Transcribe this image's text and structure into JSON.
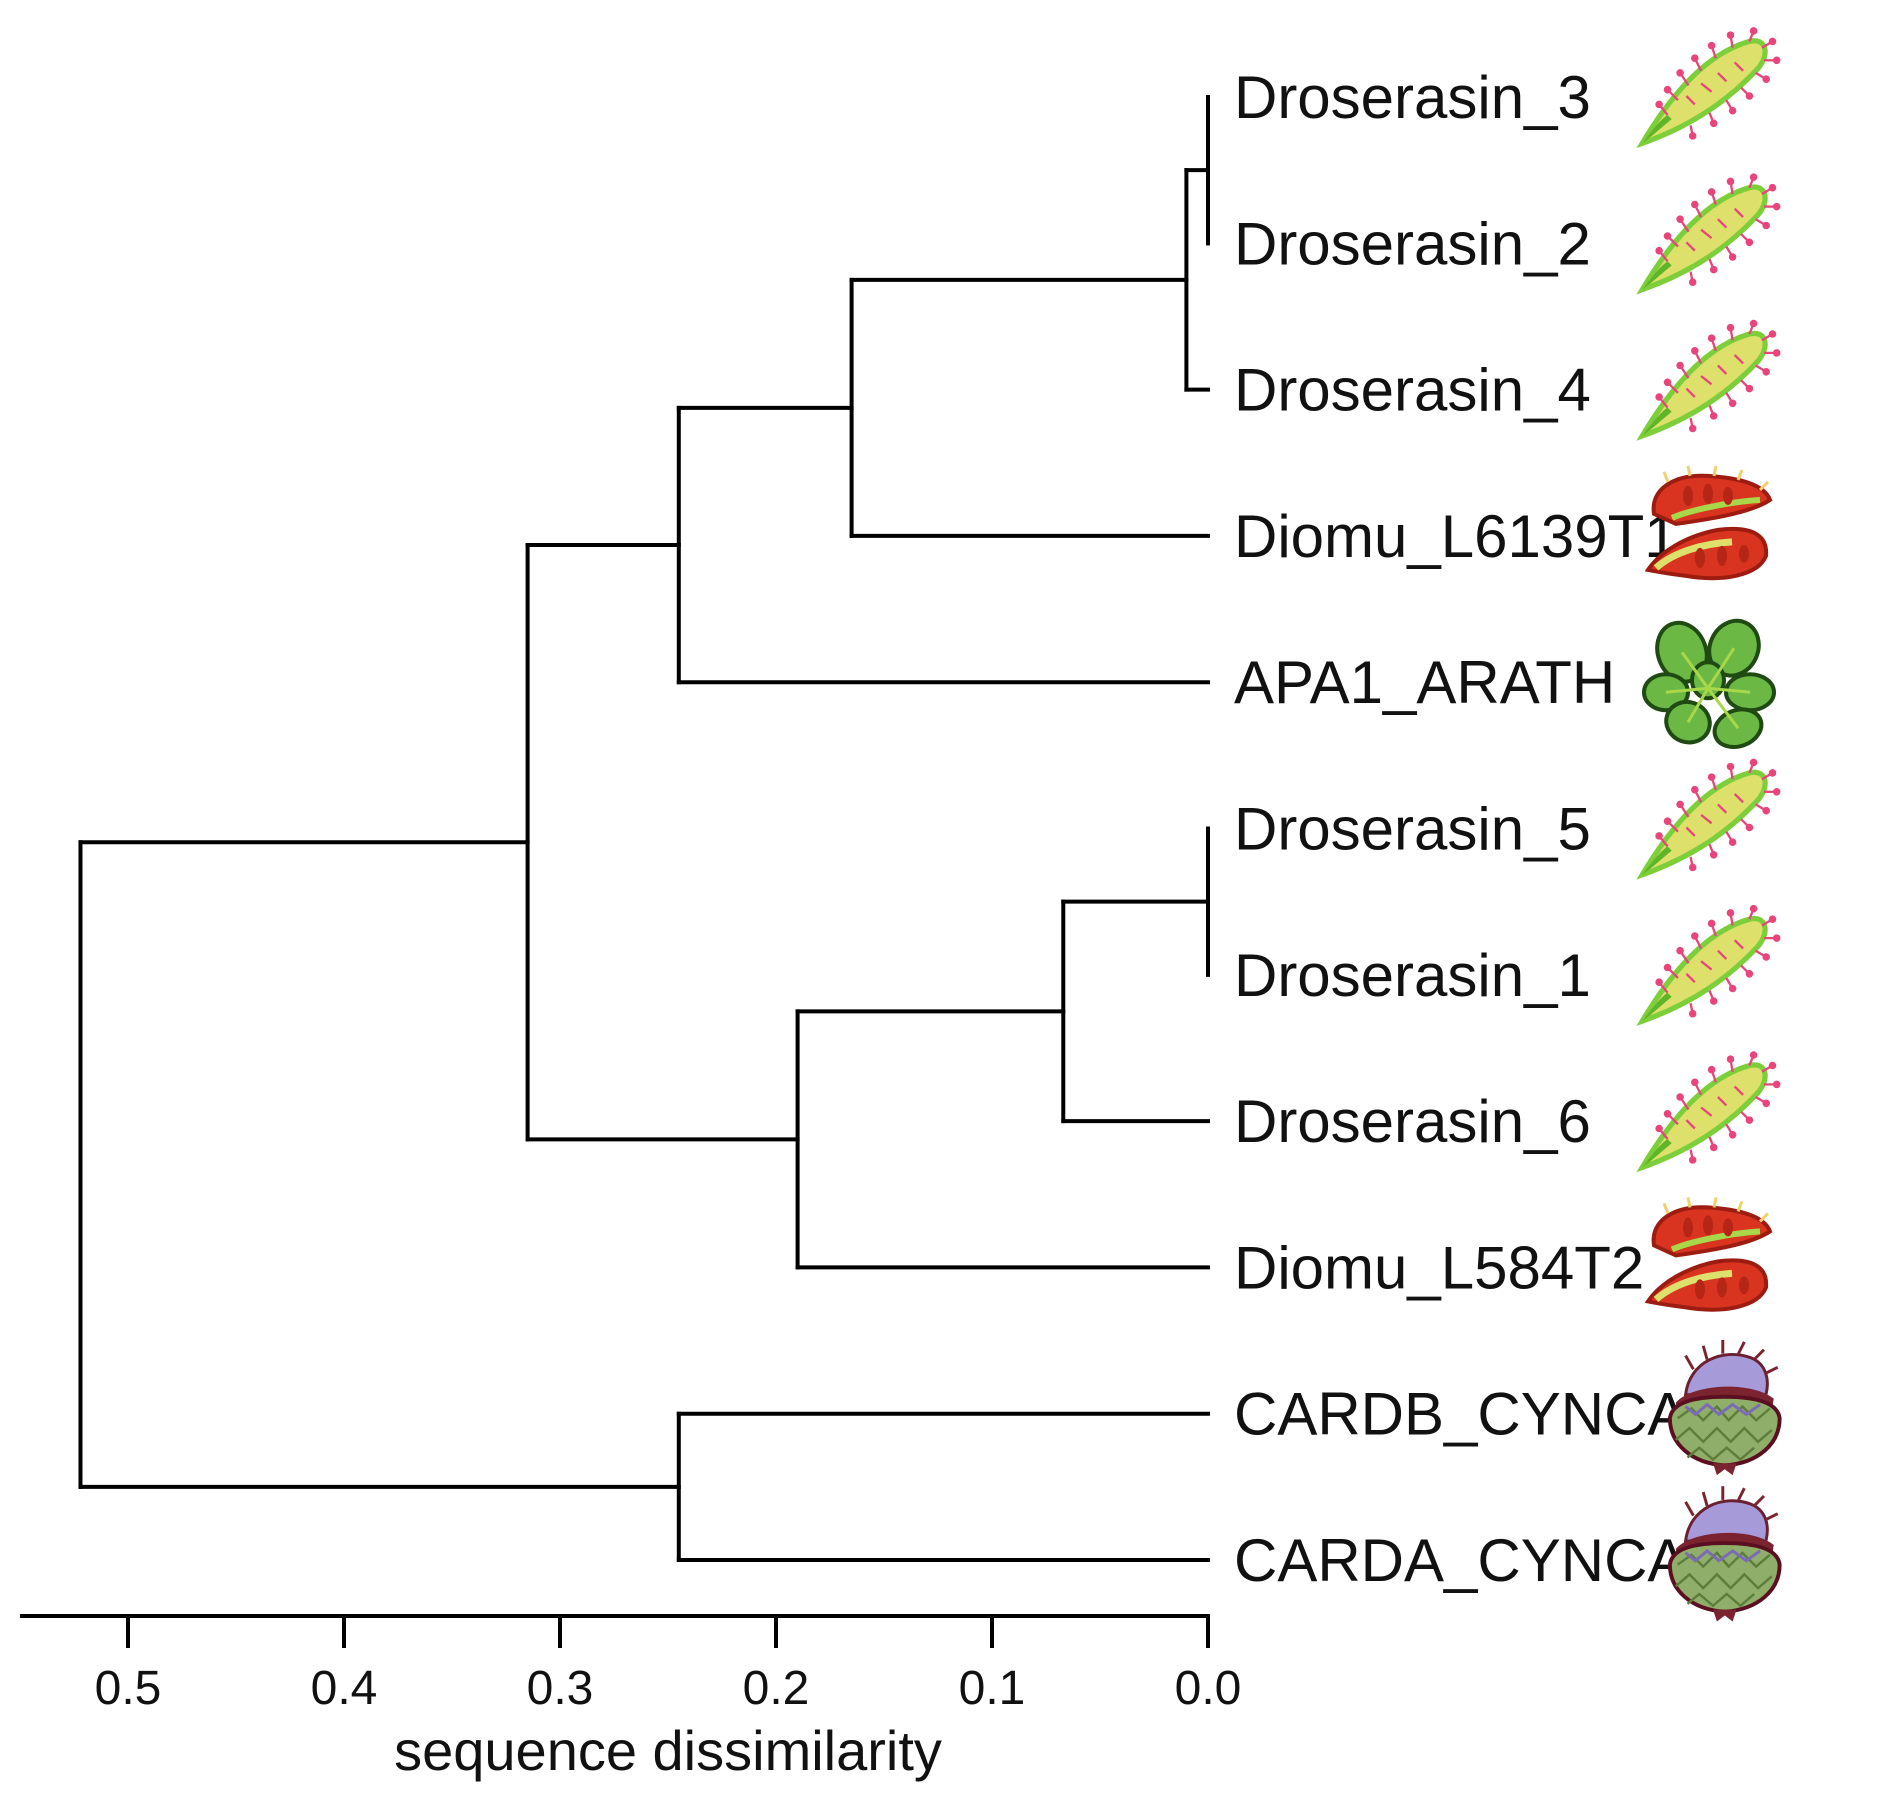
{
  "figure": {
    "axis": {
      "title": "sequence dissimilarity",
      "ticks": [
        0.5,
        0.4,
        0.3,
        0.2,
        0.1,
        0.0
      ],
      "tick_labels": [
        "0.5",
        "0.4",
        "0.3",
        "0.2",
        "0.1",
        "0.0"
      ],
      "range": [
        0.55,
        0.0
      ]
    },
    "leaves": [
      {
        "label": "Droserasin_3",
        "icon": "sundew-leaf-icon"
      },
      {
        "label": "Droserasin_2",
        "icon": "sundew-leaf-icon"
      },
      {
        "label": "Droserasin_4",
        "icon": "sundew-leaf-icon"
      },
      {
        "label": "Diomu_L6139T1",
        "icon": "venus-flytrap-icon"
      },
      {
        "label": "APA1_ARATH",
        "icon": "arabidopsis-rosette-icon"
      },
      {
        "label": "Droserasin_5",
        "icon": "sundew-leaf-icon"
      },
      {
        "label": "Droserasin_1",
        "icon": "sundew-leaf-icon"
      },
      {
        "label": "Droserasin_6",
        "icon": "sundew-leaf-icon"
      },
      {
        "label": "Diomu_L584T2",
        "icon": "venus-flytrap-icon"
      },
      {
        "label": "CARDB_CYNCA",
        "icon": "cardoon-flower-icon"
      },
      {
        "label": "CARDA_CYNCA",
        "icon": "cardoon-flower-icon"
      }
    ],
    "nodes": [
      {
        "height": 0.0,
        "children": [
          0,
          1
        ]
      },
      {
        "height": 0.01,
        "children": [
          "n0",
          2
        ]
      },
      {
        "height": 0.165,
        "children": [
          "n1",
          3
        ]
      },
      {
        "height": 0.245,
        "children": [
          "n2",
          4
        ]
      },
      {
        "height": 0.0,
        "children": [
          5,
          6
        ]
      },
      {
        "height": 0.067,
        "children": [
          "n4",
          7
        ]
      },
      {
        "height": 0.19,
        "children": [
          "n5",
          8
        ]
      },
      {
        "height": 0.315,
        "children": [
          "n3",
          "n6"
        ]
      },
      {
        "height": 0.245,
        "children": [
          9,
          10
        ]
      },
      {
        "height": 0.522,
        "children": [
          "n7",
          "n8"
        ]
      }
    ],
    "colors": {
      "line": "#000000",
      "sundew_green": "#7ccf3a",
      "sundew_yellow": "#dde06a",
      "tentacle_pink": "#e8457a",
      "trap_red": "#d9341f",
      "trap_rim": "#9d1c12",
      "rosette_green": "#6cb845",
      "rosette_dark": "#1f4a12",
      "cardoon_purple": "#a79ad8",
      "cardoon_maroon": "#7b2430",
      "cardoon_green": "#8fae6a"
    }
  }
}
